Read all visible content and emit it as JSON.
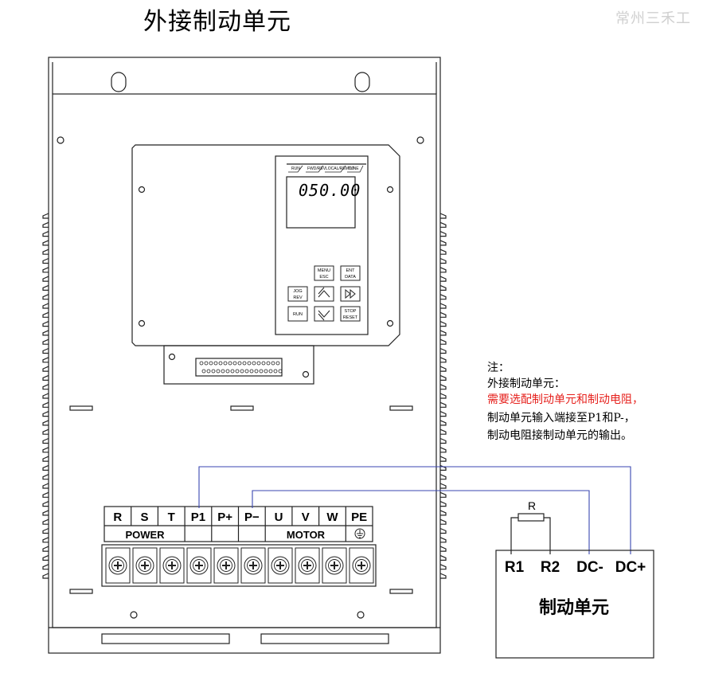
{
  "title": "外接制动单元",
  "watermark": "常州三禾工",
  "display_value": "050.00",
  "status_labels": [
    "RUN",
    "FWD/REV",
    "LOCAL/REMOT",
    "TUNE"
  ],
  "keys": {
    "menu": [
      "MENU",
      "ESC"
    ],
    "ent": [
      "ENT",
      "DATA"
    ],
    "jog": [
      "JOG",
      "REV"
    ],
    "run": "RUN",
    "stop": [
      "STOP",
      "RESET"
    ]
  },
  "terminals": [
    "R",
    "S",
    "T",
    "P1",
    "P+",
    "P−",
    "U",
    "V",
    "W",
    "PE"
  ],
  "groups": {
    "power": "POWER",
    "motor": "MOTOR"
  },
  "notes": [
    {
      "text": "注：",
      "color": "#000000"
    },
    {
      "text": "外接制动单元：",
      "color": "#000000"
    },
    {
      "text": "需要选配制动单元和制动电阻，",
      "color": "#e6211d"
    },
    {
      "text": "制动单元输入端接至P1和P-，",
      "color": "#000000"
    },
    {
      "text": "制动电阻接制动单元的输出。",
      "color": "#000000"
    }
  ],
  "brake_unit": {
    "resistor_label": "R",
    "terminals": [
      "R1",
      "R2",
      "DC-",
      "DC+"
    ],
    "name": "制动单元"
  },
  "colors": {
    "wire": "#3a46b0",
    "note_red": "#e6211d"
  }
}
